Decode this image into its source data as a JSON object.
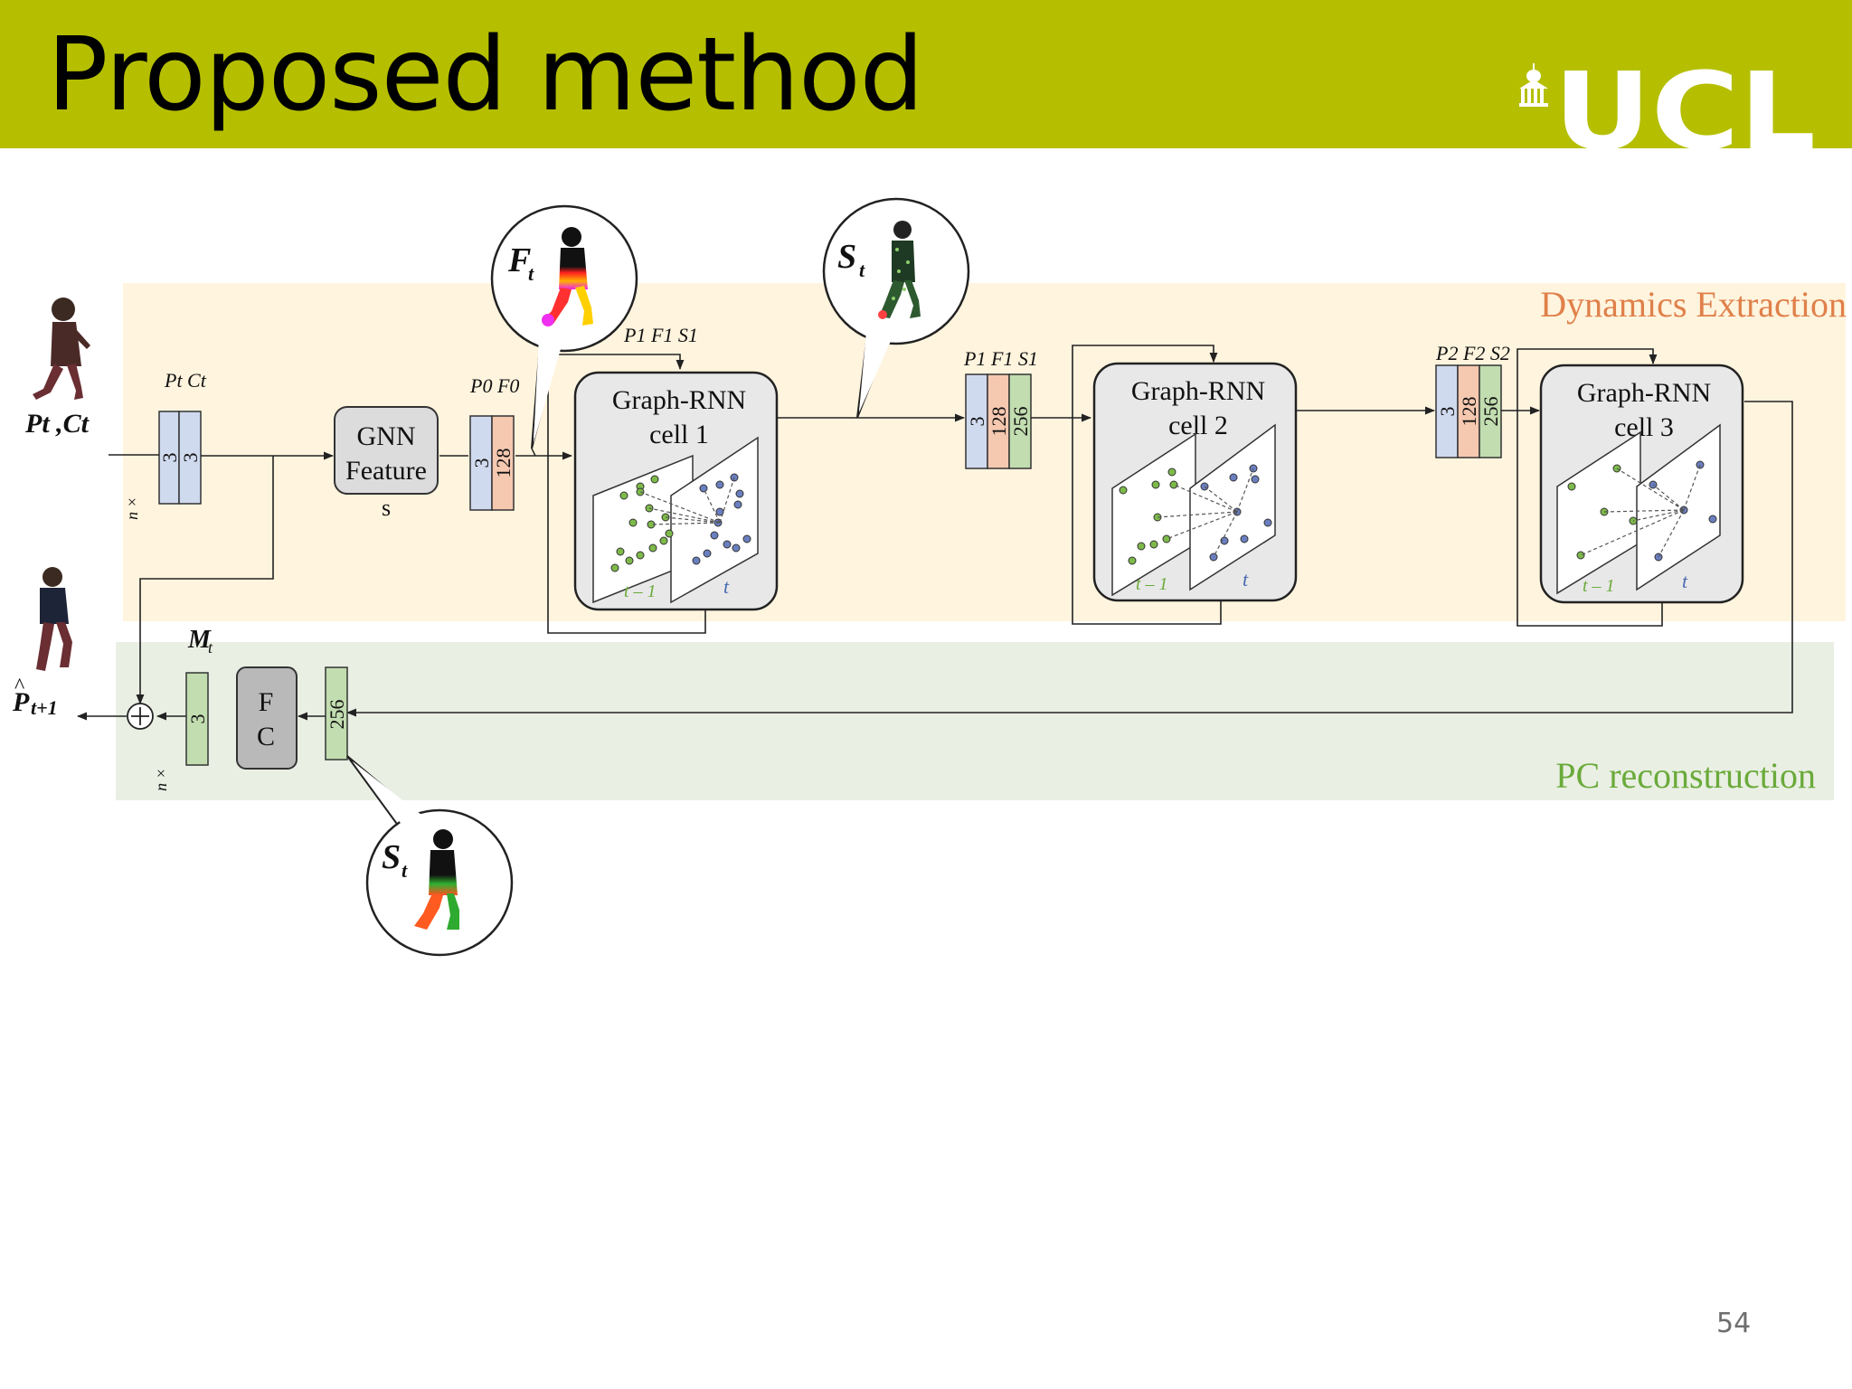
{
  "slide": {
    "title": "Proposed method",
    "logo_text": "UCL",
    "page_number": "54"
  },
  "colors": {
    "header": "#b5bf00",
    "dynamics_bg": "#fff4de",
    "reconstruction_bg": "#e9efe3",
    "dynamics_label": "#e0804a",
    "reconstruction_label": "#6aaa3a",
    "position_block": "#d0daee",
    "feature_block": "#f5c8b0",
    "state_block": "#c2ddb0",
    "green_point": "#7dba4a",
    "blue_point": "#6a7fc0"
  },
  "sections": {
    "dynamics": "Dynamics Extraction",
    "reconstruction": "PC reconstruction"
  },
  "labels": {
    "input_label": "Pt ,Ct",
    "input_sub": "t",
    "output_label": "P",
    "output_sub": "t+1",
    "input_block_header": "Pt Ct",
    "multiplicity": "n ×",
    "mt_label": "M",
    "mt_sub": "t",
    "layer0_header": "P0 F0",
    "cell1_header": "P1 F1 S1",
    "layer1_header": "P1 F1 S1",
    "layer2_header": "P2 F2 S2",
    "frame_prev": "t – 1",
    "frame_cur": "t"
  },
  "blocks": {
    "gnn": [
      "GNN",
      "Feature",
      "s"
    ],
    "fc": [
      "F",
      "C"
    ],
    "input_dims": [
      "3",
      "3"
    ],
    "layer0_dims": [
      "3",
      "128"
    ],
    "layer1_dims": [
      "3",
      "128",
      "256"
    ],
    "layer2_dims": [
      "3",
      "128",
      "256"
    ],
    "motion_dims": [
      "3"
    ],
    "state_dims": [
      "256"
    ]
  },
  "cells": [
    {
      "line1": "Graph-RNN",
      "line2": "cell 1"
    },
    {
      "line1": "Graph-RNN",
      "line2": "cell 2"
    },
    {
      "line1": "Graph-RNN",
      "line2": "cell 3"
    }
  ],
  "bubbles": [
    {
      "symbol": "F",
      "sub": "t",
      "icon": "colored-human-figure-icon"
    },
    {
      "symbol": "S",
      "sub": "t",
      "icon": "point-cloud-human-icon"
    },
    {
      "symbol": "S",
      "sub": "t",
      "icon": "colored-human-figure-icon"
    }
  ]
}
